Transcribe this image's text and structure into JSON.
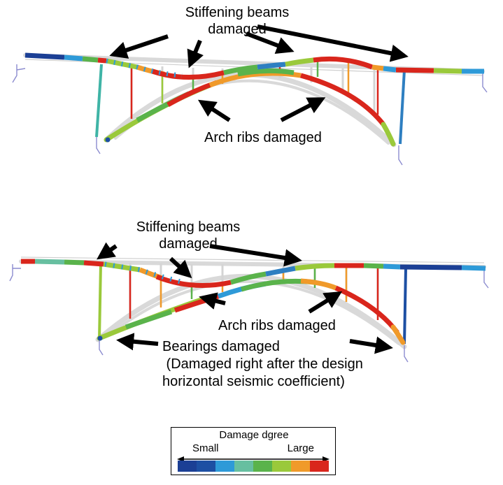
{
  "colors": {
    "blue": "#1b3f95",
    "dark_blue": "#1d4fa3",
    "light_blue": "#2e9ad8",
    "teal": "#67bfa0",
    "green": "#5ab34b",
    "yellow_green": "#9ac93b",
    "orange": "#f09a2a",
    "red": "#d9261c",
    "ghost": "#d9d9d9",
    "arrow": "#000000"
  },
  "top_panel": {
    "stiffening_label": [
      "Stiffening beams",
      "damaged"
    ],
    "arch_label": "Arch ribs damaged"
  },
  "bottom_panel": {
    "stiffening_label": [
      "Stiffening beams",
      "damaged"
    ],
    "arch_label": "Arch ribs damaged",
    "bearings_label": [
      "Bearings damaged",
      " (Damaged right after the design",
      "horizontal seismic coefficient)"
    ]
  },
  "legend": {
    "title": "Damage dgree",
    "small": "Small",
    "large": "Large",
    "scale": [
      "#1b3f95",
      "#1d4fa3",
      "#2e9ad8",
      "#67bfa0",
      "#5ab34b",
      "#9ac93b",
      "#f09a2a",
      "#d9261c"
    ]
  }
}
